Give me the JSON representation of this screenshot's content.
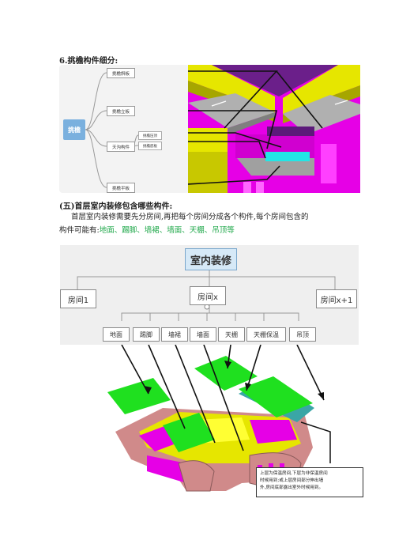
{
  "section6": {
    "title": "6.挑檐构件细分:"
  },
  "mindmap1": {
    "root": "挑檐",
    "nodes": [
      "挑檐斜板",
      "挑檐立板",
      "天沟构件",
      "挑檐平板"
    ],
    "sub_nodes": [
      "挑檐压顶",
      "挑檐底板"
    ]
  },
  "section5": {
    "title": "(五)首层室内装修包含哪些构件:"
  },
  "paragraph": {
    "line1": "首层室内装修需要先分房间,再把每个房间分成各个构件,每个房间包含的",
    "line2_prefix": "构件可能有:",
    "line2_items": "地面、踢脚、墙裙、墙面、天棚、吊顶等"
  },
  "tree": {
    "root": "室内装修",
    "rooms": [
      "房间1",
      "房间x",
      "房间x+1"
    ],
    "components": [
      "地面",
      "踢脚",
      "墙裙",
      "墙面",
      "天棚",
      "天棚保温",
      "吊顶"
    ]
  },
  "note": {
    "lines": [
      "上层为保温房间,下层为非保温房间",
      "时候用到;或上层房间部分伸出墙",
      "外,房间底部露出室外时候用到。"
    ]
  },
  "colors": {
    "magenta": "#e600e6",
    "yellow": "#e6e600",
    "green": "#1fe01f",
    "gray": "#a0a0a0",
    "purple": "#6b1f8a",
    "cyan": "#22e6e6",
    "pink": "#d08a8a",
    "highlight_green": "#1fa84a"
  }
}
